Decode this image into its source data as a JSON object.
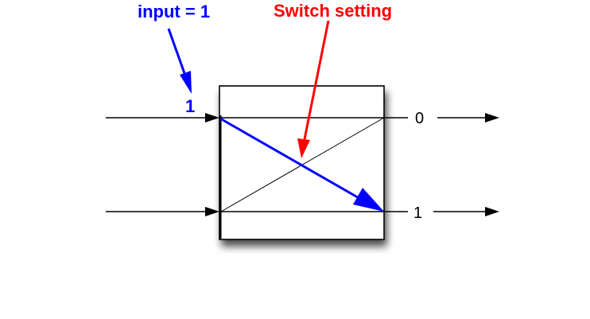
{
  "annotations": {
    "input_label": "input = 1",
    "switch_label": "Switch setting"
  },
  "switch": {
    "input_port_label": "1",
    "output_top_label": "0",
    "output_bottom_label": "1"
  },
  "colors": {
    "input_color": "#0000ff",
    "setting_color": "#ff0000",
    "wire_color": "#000000",
    "box_border": "#000000",
    "box_fill": "#ffffff",
    "shadow": "#444444"
  }
}
